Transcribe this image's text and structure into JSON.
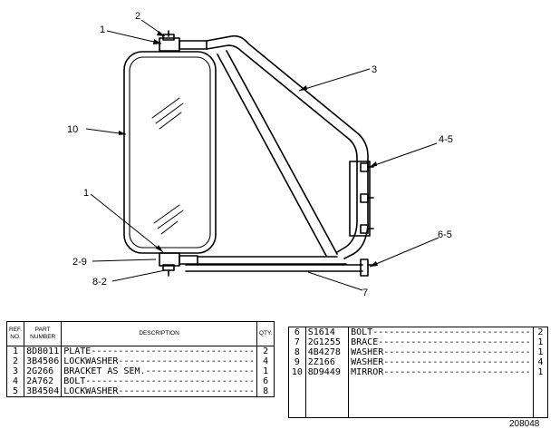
{
  "callouts": {
    "c1_top": "1",
    "c2_top": "2",
    "c3": "3",
    "c4_5": "4-5",
    "c10": "10",
    "c1_bottom": "1",
    "c2_9": "2-9",
    "c8_2": "8-2",
    "c6_5": "6-5",
    "c7": "7"
  },
  "table_headers": {
    "ref_line1": "REF.",
    "ref_line2": "NO.",
    "part_line1": "PART",
    "part_line2": "NUMBER",
    "description": "DESCRIPTION",
    "qty": "QTY."
  },
  "parts_left": [
    {
      "ref": "1",
      "part": "8D8011",
      "desc": "PLATE------------------------------",
      "qty": "2"
    },
    {
      "ref": "2",
      "part": "3B4506",
      "desc": "LOCKWASHER-------------------------",
      "qty": "4"
    },
    {
      "ref": "3",
      "part": "2G266",
      "desc": "BRACKET AS SEM.--------------------",
      "qty": "1"
    },
    {
      "ref": "4",
      "part": "2A762",
      "desc": "BOLT-------------------------------",
      "qty": "6"
    },
    {
      "ref": "5",
      "part": "3B4504",
      "desc": "LOCKWASHER-------------------------",
      "qty": "8"
    }
  ],
  "parts_right": [
    {
      "ref": "6",
      "part": "S1614",
      "desc": "BOLT-----------------------------",
      "qty": "2"
    },
    {
      "ref": "7",
      "part": "2G1255",
      "desc": "BRACE----------------------------",
      "qty": "1"
    },
    {
      "ref": "8",
      "part": "4B4278",
      "desc": "WASHER---------------------------",
      "qty": "1"
    },
    {
      "ref": "9",
      "part": "2Z166",
      "desc": "WASHER---------------------------",
      "qty": "4"
    },
    {
      "ref": "10",
      "part": "8D9449",
      "desc": "MIRROR---------------------------",
      "qty": "1"
    }
  ],
  "drawing_number": "208048"
}
